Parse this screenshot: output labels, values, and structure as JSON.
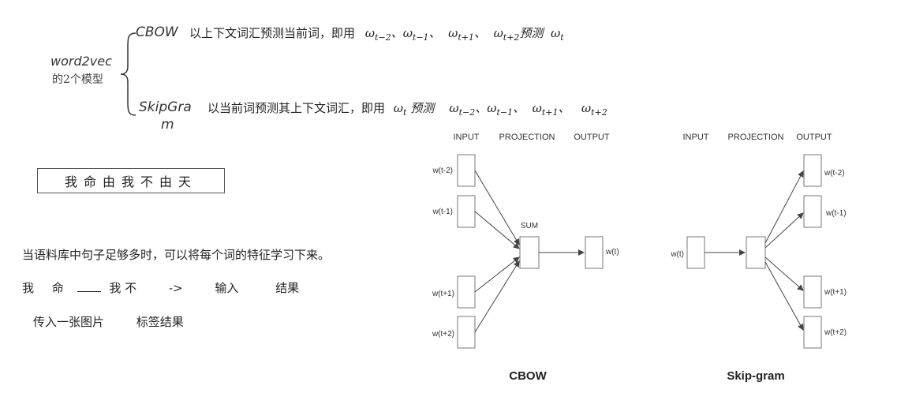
{
  "notes": {
    "word2vec_line1": "word2vec",
    "word2vec_line2": "的2个模型",
    "cbow_label": "CBOW",
    "cbow_desc_prefix": "以上下文词汇预测当前词，即用",
    "cbow_sym": [
      "ω",
      "t−2",
      "、",
      "ω",
      "t−1",
      "、",
      "ω",
      "t+1",
      "、",
      "ω",
      "t+2",
      "预测",
      "ω",
      "t"
    ],
    "skipgram_label_1": "SkipGra",
    "skipgram_label_2": "m",
    "skip_desc_prefix": "以当前词预测其上下文词汇，即用",
    "skip_sym": [
      "ω",
      "t",
      "预测",
      "ω",
      "t−2",
      "、",
      "ω",
      "t−1",
      "、",
      "ω",
      "t+1",
      "、",
      "ω",
      "t+2"
    ],
    "slogan": "我命由我不由天",
    "sentence1": "当语料库中句子足够多时，可以将每个词的特征学习下来。",
    "ex_w1": "我",
    "ex_w2": "命",
    "ex_w3": "我 不",
    "ex_arrow": "->",
    "ex_input": "输入",
    "ex_result": "结果",
    "ex2_left": "传入一张图片",
    "ex2_right": "标签结果"
  },
  "diagram": {
    "header_input": "INPUT",
    "header_projection": "PROJECTION",
    "header_output": "OUTPUT",
    "cbow_inputs": [
      "w(t-2)",
      "w(t-1)",
      "w(t+1)",
      "w(t+2)"
    ],
    "cbow_sum": "SUM",
    "cbow_output": "w(t)",
    "cbow_caption": "CBOW",
    "skip_input": "w(t)",
    "skip_outputs": [
      "w(t-2)",
      "w(t-1)",
      "w(t+1)",
      "w(t+2)"
    ],
    "skip_caption": "Skip-gram"
  },
  "colors": {
    "line": "#444444",
    "box": "#777777"
  }
}
